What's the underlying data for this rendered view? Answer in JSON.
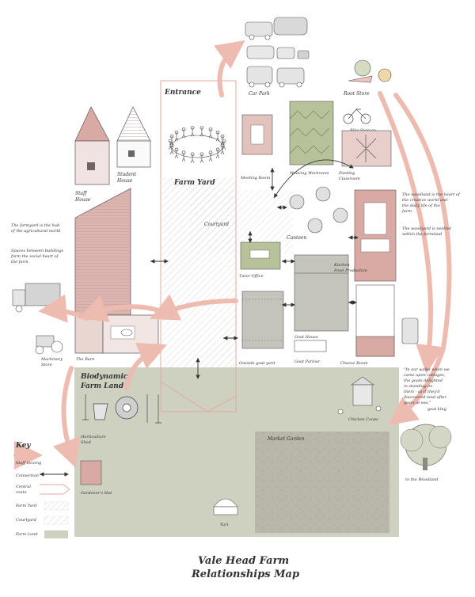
{
  "title": {
    "line1": "Vale Head Farm",
    "line2": "Relationships Map"
  },
  "zones": {
    "entrance": "Entrance",
    "farm_yard": "Farm Yard",
    "courtyard": "Courtyard",
    "biodynamic_line1": "Biodynamic",
    "biodynamic_line2": "Farm Land"
  },
  "places": {
    "car_park": "Car Park",
    "root_store": "Root Store",
    "bike_storage": "Bike Storage",
    "meeting_room": "Meeting Room",
    "weaving_workroom": "Weaving Workroom",
    "feeding_classroom_1": "Feeding",
    "feeding_classroom_2": "Classroom",
    "staff_house_1": "Staff",
    "staff_house_2": "House",
    "student_house_1": "Student",
    "student_house_2": "House",
    "canteen": "Canteen",
    "tutor_office": "Tutor Office",
    "kitchen_1": "Kitchen",
    "kitchen_2": "Food Production",
    "goat_house": "Goat House",
    "outside_goat_yard": "Outside goat yard",
    "goat_parlour": "Goat Parlour",
    "cheese_room": "Cheese Room",
    "the_barn": "The Barn",
    "machinery_store_1": "Machinery",
    "machinery_store_2": "Store",
    "horticulture_shed_1": "Horticulture",
    "horticulture_shed_2": "Shed",
    "gardeners_hut": "Gardener's Hut",
    "market_garden": "Market Garden",
    "yurt": "Yurt",
    "chicken_coops": "Chicken Coops",
    "woodland_link": "to the Woodland"
  },
  "notes": {
    "farmyard": [
      "The farmyard is the hub",
      "of the agricultural world"
    ],
    "spaces": [
      "Spaces between buildings",
      "form the social heart of",
      "the farm"
    ],
    "woodland_heart": [
      "The woodland is the heart of",
      "the creative world and",
      "the daily life of the",
      "farm."
    ],
    "woodland_nestled": [
      "The woodyard is nestled",
      "within the farmland"
    ],
    "quote": [
      "\"In our walks when we",
      "came upon cottages,",
      "the goats delighted",
      "in standing on",
      "them - as if they'd",
      "discovered land after",
      "years at sea.\"",
      "goat king"
    ]
  },
  "key": {
    "title": "Key",
    "staff_moving": "Staff moving",
    "connection": "Connection",
    "central_route_1": "Central",
    "central_route_2": "route",
    "farm_yard": "Farm Yard",
    "courtyard": "Courtyard",
    "farm_land": "Farm Land"
  },
  "colors": {
    "pink": "#d9a9a4",
    "salmon_arrow": "#eebbb0",
    "farmland": "#cfd1c0",
    "market_garden": "#b9b7aa",
    "green": "#b8c29a",
    "floor_grey": "#c4c4bd",
    "ink": "#333333"
  }
}
